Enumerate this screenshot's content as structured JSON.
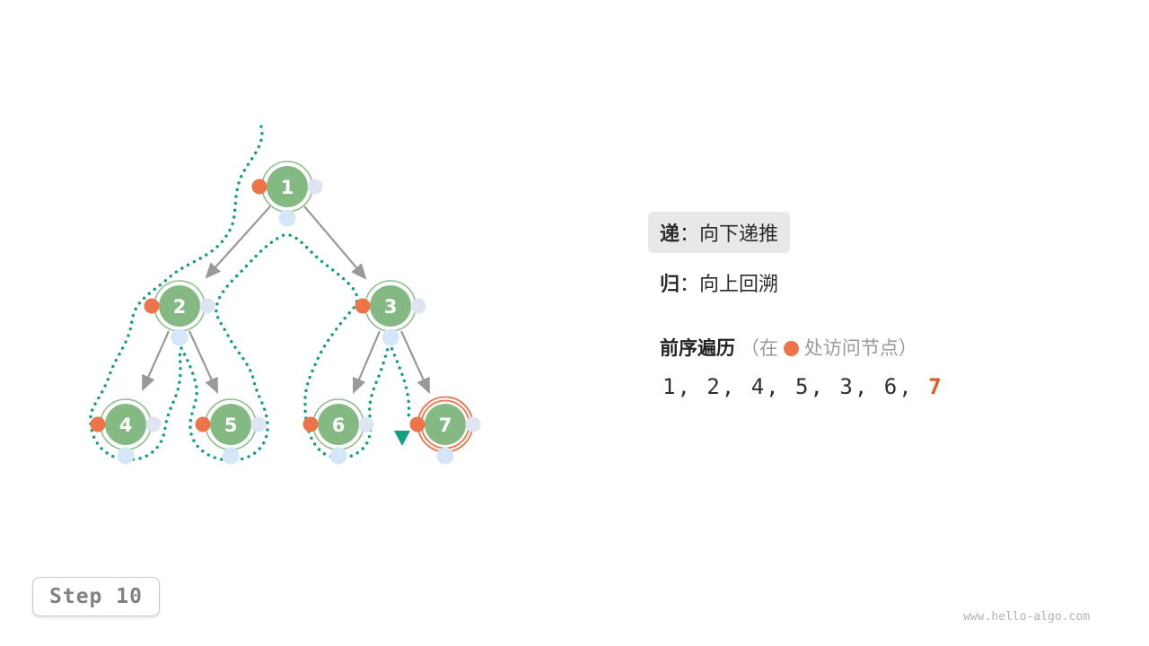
{
  "figure": {
    "tree": {
      "nodes": [
        {
          "value": "1"
        },
        {
          "value": "2"
        },
        {
          "value": "3"
        },
        {
          "value": "4"
        },
        {
          "value": "5"
        },
        {
          "value": "6"
        },
        {
          "value": "7"
        }
      ],
      "edges": [
        [
          "1",
          "2"
        ],
        [
          "1",
          "3"
        ],
        [
          "2",
          "4"
        ],
        [
          "2",
          "5"
        ],
        [
          "3",
          "6"
        ],
        [
          "3",
          "7"
        ]
      ],
      "current_node": "7"
    },
    "legend": {
      "recurse_key": "递",
      "recurse_text": "：向下递推",
      "backtrack_key": "归",
      "backtrack_text": "：向上回溯",
      "traversal_label": "前序遍历",
      "note_open": "（在",
      "note_close": "处访问节点）"
    },
    "sequence": {
      "visited": "1, 2, 4, 5, 3, 6, ",
      "current": "7"
    },
    "step_label": "Step 10",
    "watermark": "www.hello-algo.com",
    "colors": {
      "node_green": "#85b983",
      "node_ring_green": "#8fbf8c",
      "marker_orange": "#ed7349",
      "marker_blue_right": "#dee4f1",
      "marker_blue_bottom": "#d4e6f7",
      "path_teal": "#0fa07e",
      "edge_gray": "#999999",
      "highlight_ring_orange": "#ed7349",
      "sequence_current_orange": "#e25822"
    }
  }
}
